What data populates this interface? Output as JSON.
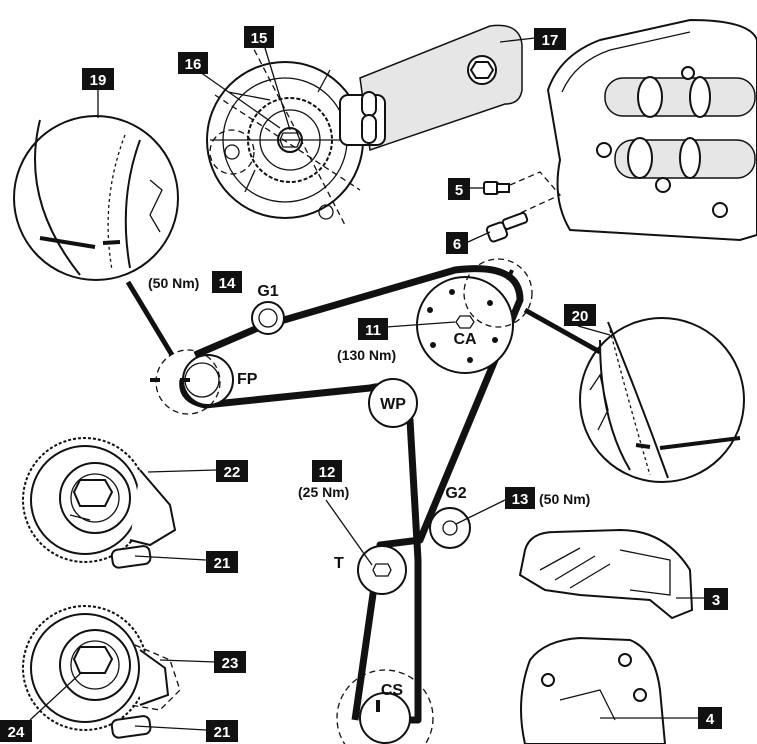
{
  "callouts": {
    "c15": "15",
    "c16": "16",
    "c17": "17",
    "c19": "19",
    "c5": "5",
    "c6": "6",
    "c14": "14",
    "c11": "11",
    "c20": "20",
    "c22": "22",
    "c12": "12",
    "c13": "13",
    "c21a": "21",
    "c3": "3",
    "c23": "23",
    "c24": "24",
    "c21b": "21",
    "c4": "4"
  },
  "labels": {
    "g1": "G1",
    "fp": "FP",
    "wp": "WP",
    "ca": "CA",
    "g2": "G2",
    "t": "T",
    "cs": "CS"
  },
  "torques": {
    "t14": "(50 Nm)",
    "t11": "(130 Nm)",
    "t12": "(25 Nm)",
    "t13": "(50 Nm)"
  }
}
